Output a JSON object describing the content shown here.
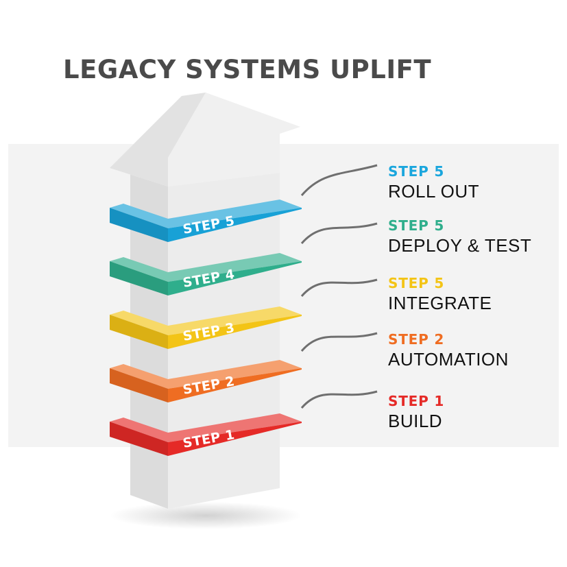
{
  "title": "LEGACY SYSTEMS UPLIFT",
  "colors": {
    "step1": "#e52a27",
    "step2": "#ef6d22",
    "step3": "#f3c416",
    "step4": "#2fae8c",
    "step5": "#18a1d6",
    "title": "#4a4a4a",
    "connector": "#6f6f6f"
  },
  "tower_bands": [
    {
      "label": "STEP 1",
      "color": "#e52a27"
    },
    {
      "label": "STEP 2",
      "color": "#ef6d22"
    },
    {
      "label": "STEP 3",
      "color": "#f3c416"
    },
    {
      "label": "STEP 4",
      "color": "#2fae8c"
    },
    {
      "label": "STEP 5",
      "color": "#18a1d6"
    }
  ],
  "legend": [
    {
      "step": "STEP 5",
      "label": "ROLL OUT",
      "color": "#1aa6dd"
    },
    {
      "step": "STEP 5",
      "label": "DEPLOY & TEST",
      "color": "#2fae8c"
    },
    {
      "step": "STEP 5",
      "label": "INTEGRATE",
      "color": "#f3c416"
    },
    {
      "step": "STEP 2",
      "label": "AUTOMATION",
      "color": "#ef6d22"
    },
    {
      "step": "STEP 1",
      "label": "BUILD",
      "color": "#e52a27"
    }
  ],
  "icons": [
    "house-tower-icon",
    "connector-line-icon"
  ]
}
